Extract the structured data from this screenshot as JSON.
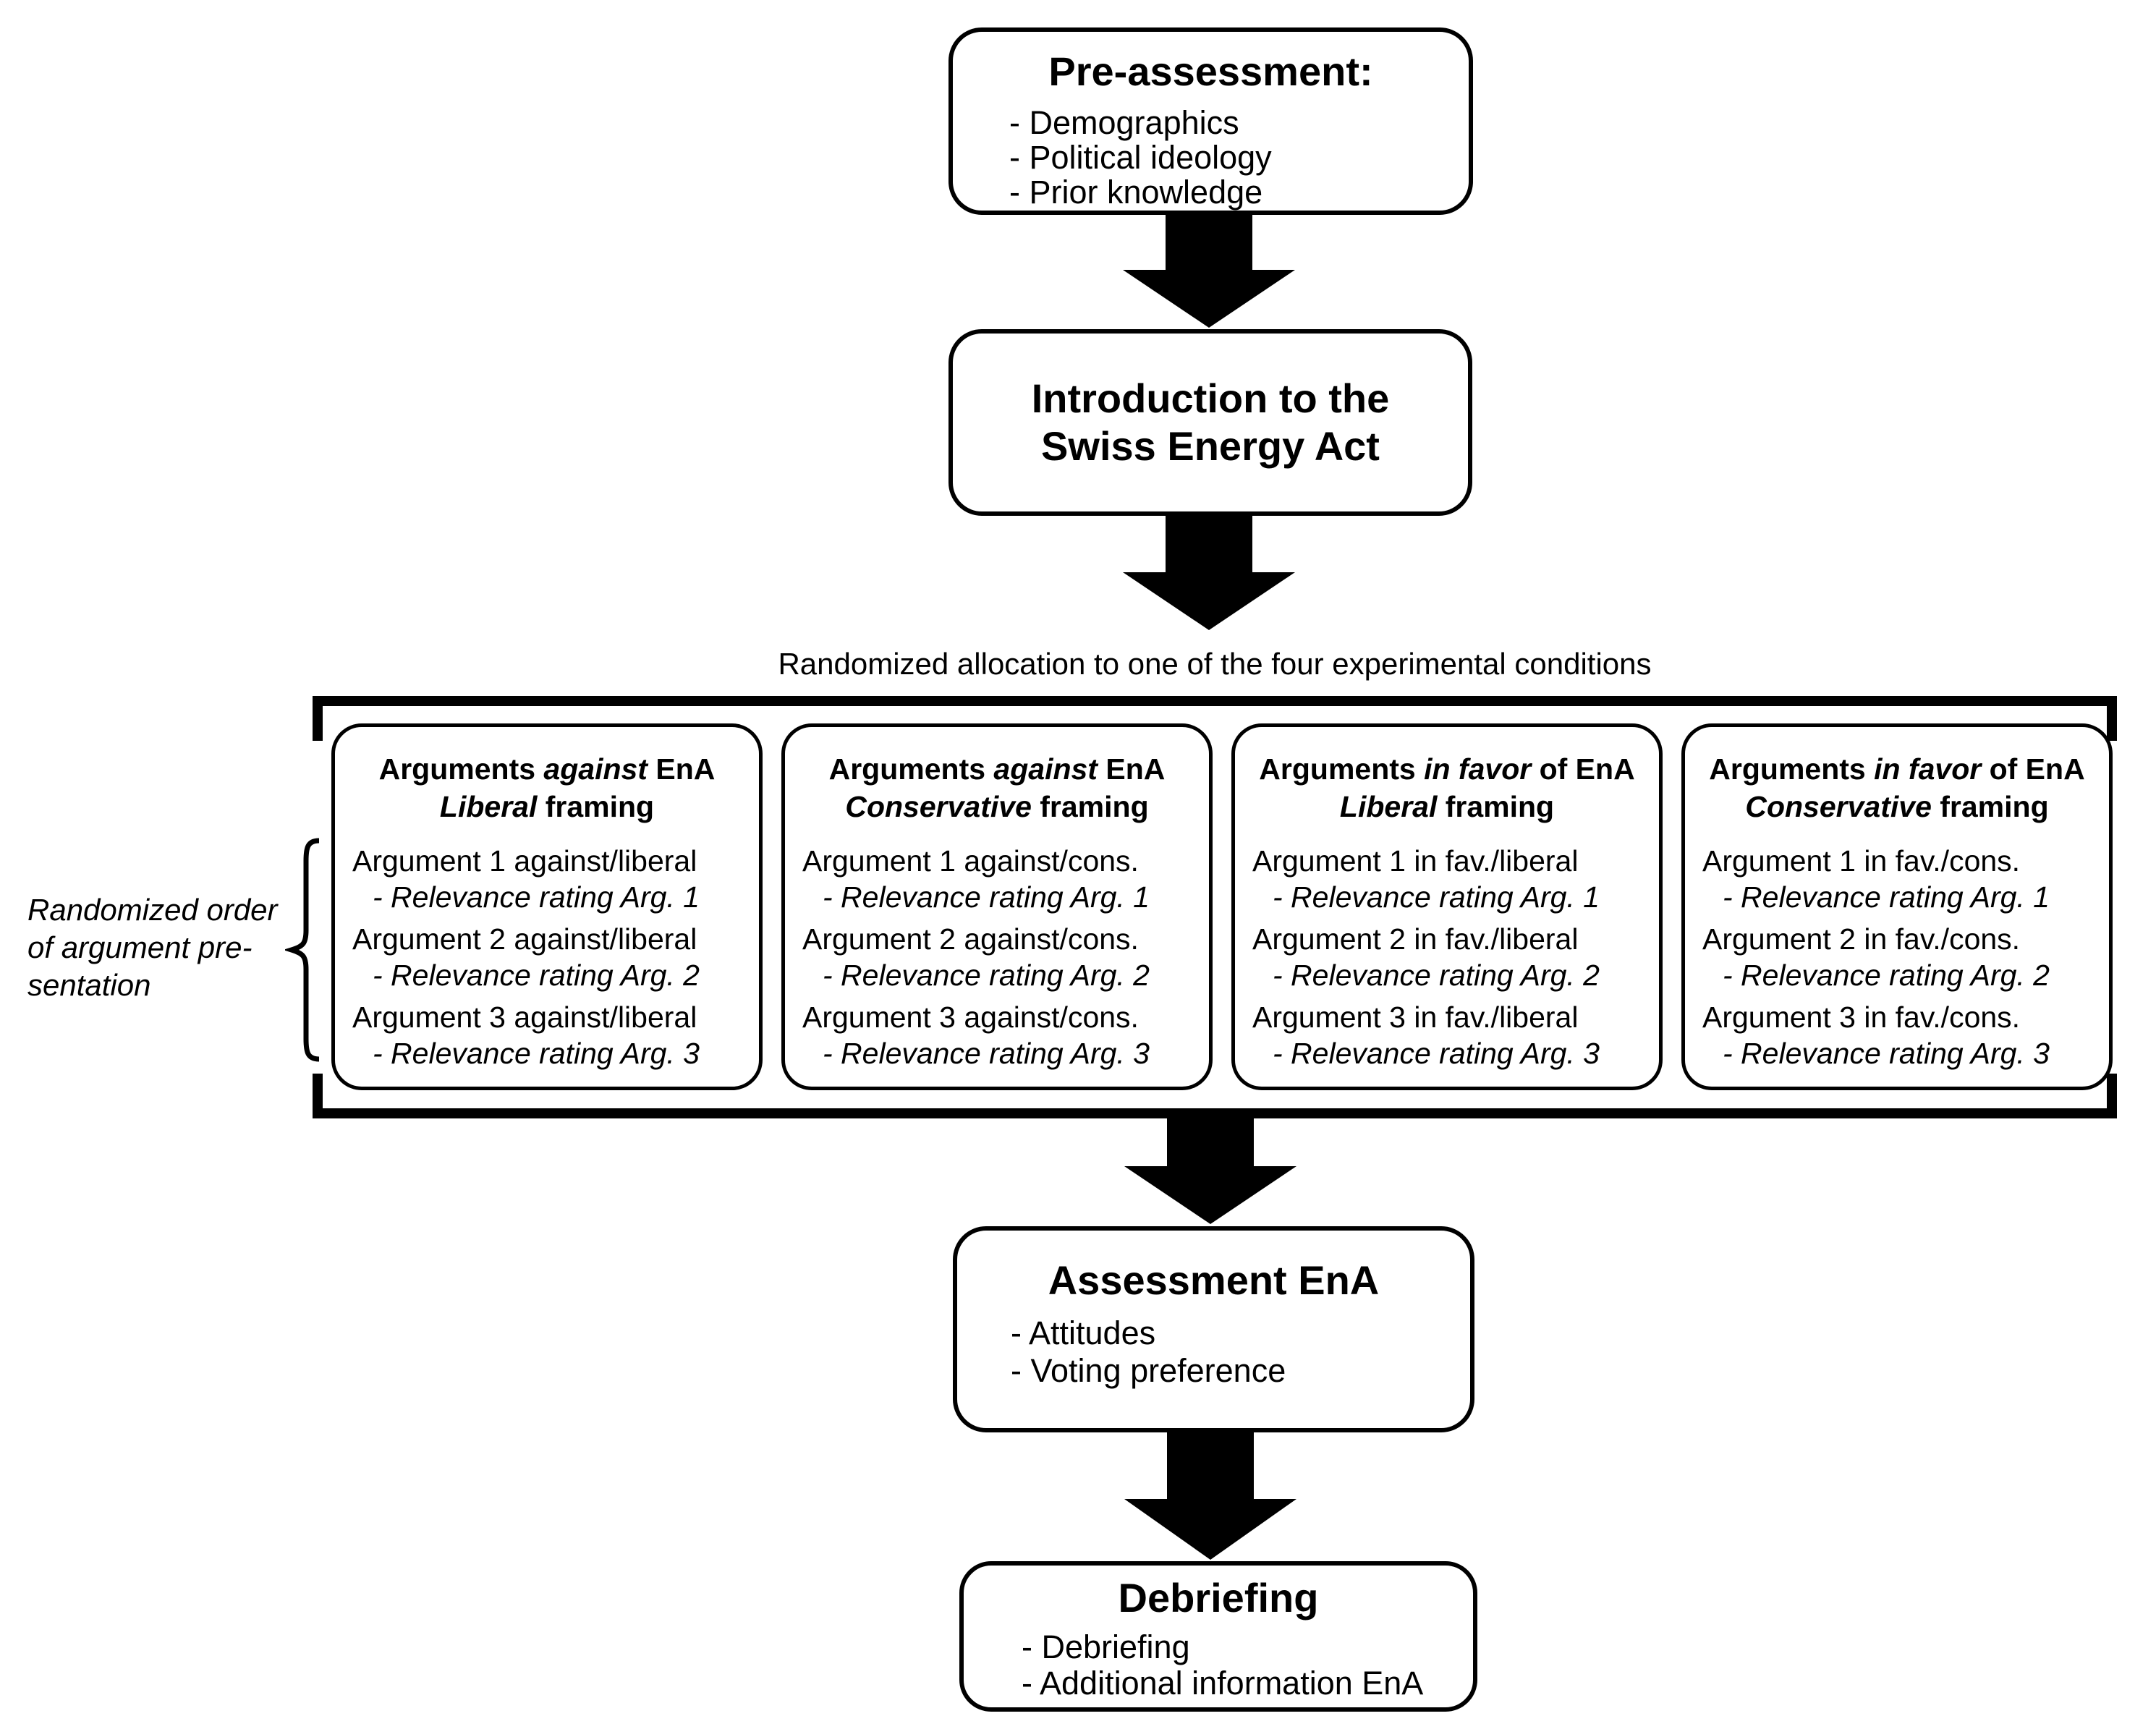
{
  "colors": {
    "ink": "#000000",
    "paper": "#ffffff"
  },
  "pre_assessment": {
    "title": "Pre-assessment:",
    "items": [
      "- Demographics",
      "- Political ideology",
      "- Prior knowledge"
    ]
  },
  "introduction": {
    "title_line1": "Introduction to the",
    "title_line2": "Swiss Energy Act"
  },
  "randomization_caption": "Randomized allocation to one of the four experimental conditions",
  "order_note": {
    "line1": "Randomized order",
    "line2": "of argument pre-",
    "line3": "sentation"
  },
  "conditions": [
    {
      "title": {
        "pre": "Arguments ",
        "stance": "against",
        "post": " EnA",
        "framing": "Liberal",
        "framing_post": " framing"
      },
      "items": [
        "Argument 1 against/liberal",
        "- Relevance rating Arg. 1",
        "Argument 2 against/liberal",
        "- Relevance rating Arg. 2",
        "Argument 3 against/liberal",
        "- Relevance rating Arg. 3"
      ]
    },
    {
      "title": {
        "pre": "Arguments ",
        "stance": "against",
        "post": " EnA",
        "framing": "Conservative",
        "framing_post": " framing"
      },
      "items": [
        "Argument 1 against/cons.",
        "- Relevance rating Arg. 1",
        "Argument 2 against/cons.",
        "- Relevance rating Arg. 2",
        "Argument 3 against/cons.",
        "- Relevance rating Arg. 3"
      ]
    },
    {
      "title": {
        "pre": "Arguments ",
        "stance": "in favor",
        "post": " of EnA",
        "framing": "Liberal",
        "framing_post": " framing"
      },
      "items": [
        "Argument 1 in fav./liberal",
        "- Relevance rating Arg. 1",
        "Argument 2 in fav./liberal",
        "- Relevance rating Arg. 2",
        "Argument 3 in fav./liberal",
        "- Relevance rating Arg. 3"
      ]
    },
    {
      "title": {
        "pre": "Arguments ",
        "stance": "in favor",
        "post": " of EnA",
        "framing": "Conservative",
        "framing_post": " framing"
      },
      "items": [
        "Argument 1 in fav./cons.",
        "- Relevance rating Arg. 1",
        "Argument 2 in fav./cons.",
        "- Relevance rating Arg. 2",
        "Argument 3 in fav./cons.",
        "- Relevance rating Arg. 3"
      ]
    }
  ],
  "assessment": {
    "title": "Assessment EnA",
    "items": [
      "- Attitudes",
      "- Voting preference"
    ]
  },
  "debriefing": {
    "title": "Debriefing",
    "items": [
      "- Debriefing",
      "- Additional information EnA"
    ]
  }
}
